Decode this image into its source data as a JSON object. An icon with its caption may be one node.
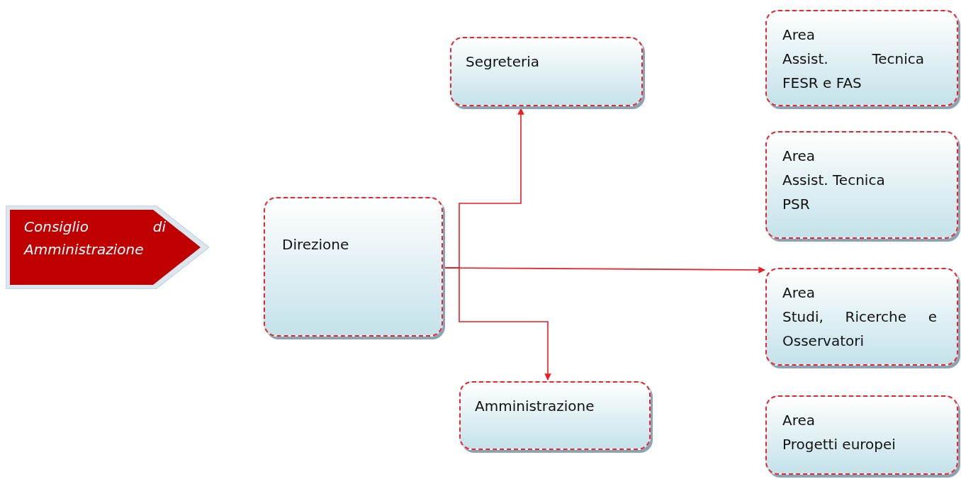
{
  "diagram": {
    "nodes": [
      {
        "text": [
          "Consiglio di Amministrazione"
        ]
      },
      {
        "text": [
          "Direzione"
        ]
      },
      {
        "text": [
          "Segreteria"
        ]
      },
      {
        "text": [
          "Amministrazione"
        ]
      },
      {
        "text": [
          "Area",
          "Assist. Tecnica FESR e FAS"
        ]
      },
      {
        "text": [
          "Area",
          "Assist. Tecnica PSR"
        ]
      },
      {
        "text": [
          "Area",
          "Studi, Ricerche e Osservatori"
        ]
      },
      {
        "text": [
          "Area",
          "Progetti europei"
        ]
      }
    ],
    "edges": [
      {
        "from": 1,
        "to": 2,
        "arrow": "to"
      },
      {
        "from": 1,
        "to": 3,
        "arrow": "to"
      },
      {
        "from": 1,
        "to": 6,
        "arrow": "to"
      }
    ]
  }
}
